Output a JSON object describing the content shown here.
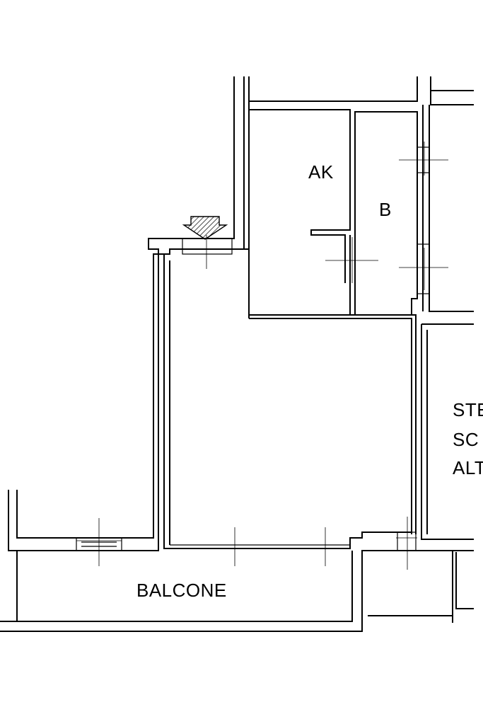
{
  "rooms": {
    "ak": "AK",
    "b": "B",
    "balcone": "BALCONE"
  },
  "stair": {
    "line1": "STE",
    "line2": "SC",
    "line3": "ALT"
  },
  "entrance": {
    "icon": "entrance-arrow-icon"
  },
  "colors": {
    "lines": "#000000",
    "background": "#ffffff"
  }
}
